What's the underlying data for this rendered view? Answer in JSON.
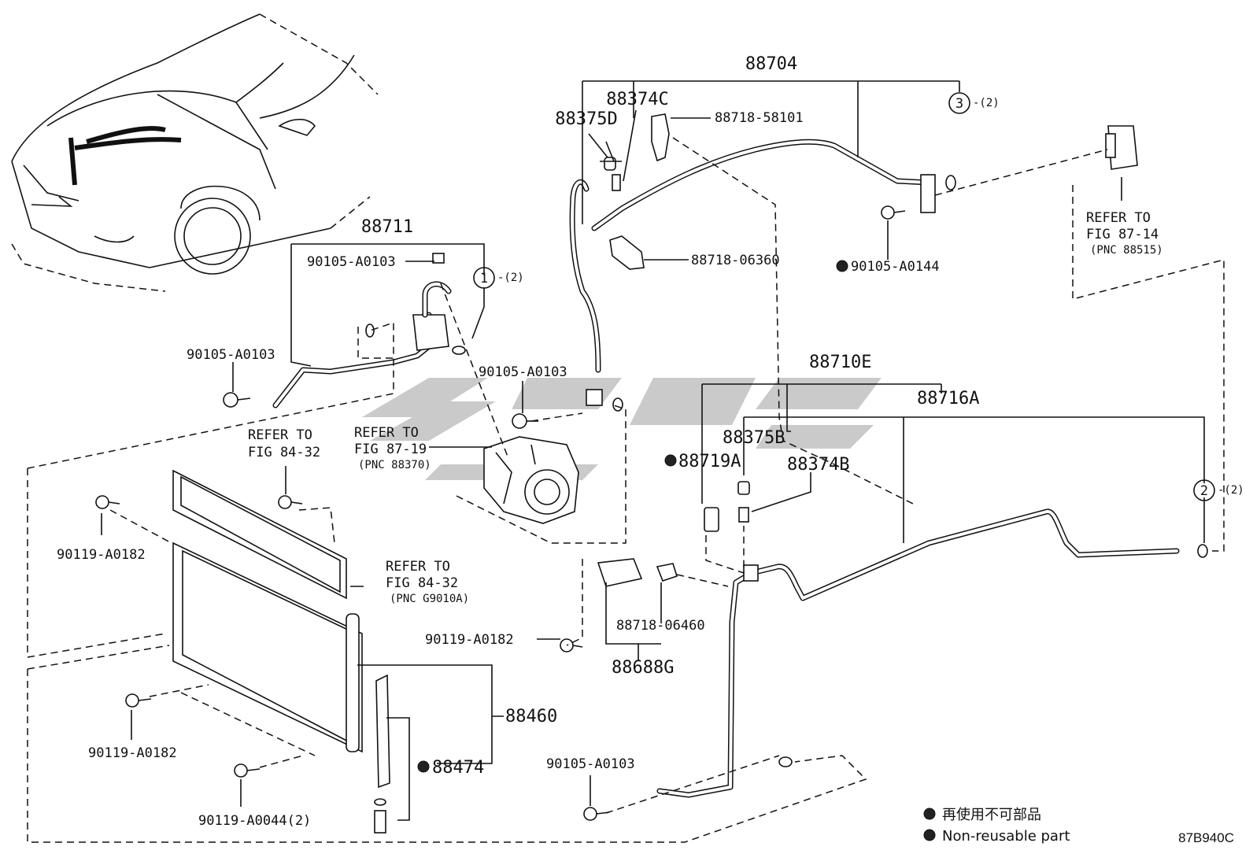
{
  "diagram_code": "87B940C",
  "parts": {
    "p88704": "88704",
    "p88374C": "88374C",
    "p88375D": "88375D",
    "p88718_58101": "88718-58101",
    "p88718_06360": "88718-06360",
    "p90105_A0144": "90105-A0144",
    "p88711": "88711",
    "p90105_A0103_top": "90105-A0103",
    "p90105_A0103_left": "90105-A0103",
    "p90105_A0103_mid": "90105-A0103",
    "p90105_A0103_bot": "90105-A0103",
    "p88710E": "88710E",
    "p88716A": "88716A",
    "p88375B": "88375B",
    "p88719A": "88719A",
    "p88374B": "88374B",
    "p90119_A0182_a": "90119-A0182",
    "p90119_A0182_b": "90119-A0182",
    "p90119_A0182_c": "90119-A0182",
    "p90119_A0044": "90119-A0044(2)",
    "p88718_06460": "88718-06460",
    "p88688G": "88688G",
    "p88460": "88460",
    "p88474": "88474"
  },
  "callouts": {
    "c1_num": "1",
    "c1_qty": "-(2)",
    "c2_num": "2",
    "c2_qty": "-(2)",
    "c3_num": "3",
    "c3_qty": "-(2)"
  },
  "refs": {
    "r1_l1": "REFER TO",
    "r1_l2": "FIG 87-14",
    "r1_l3": "(PNC 88515)",
    "r2_l1": "REFER TO",
    "r2_l2": "FIG 87-19",
    "r2_l3": "(PNC 88370)",
    "r3_l1": "REFER TO",
    "r3_l2": "FIG 84-32",
    "r4_l1": "REFER TO",
    "r4_l2": "FIG 84-32",
    "r4_l3": "(PNC G9010A)"
  },
  "legend": {
    "jp": "再使用不可部品",
    "en": "Non-reusable part"
  }
}
